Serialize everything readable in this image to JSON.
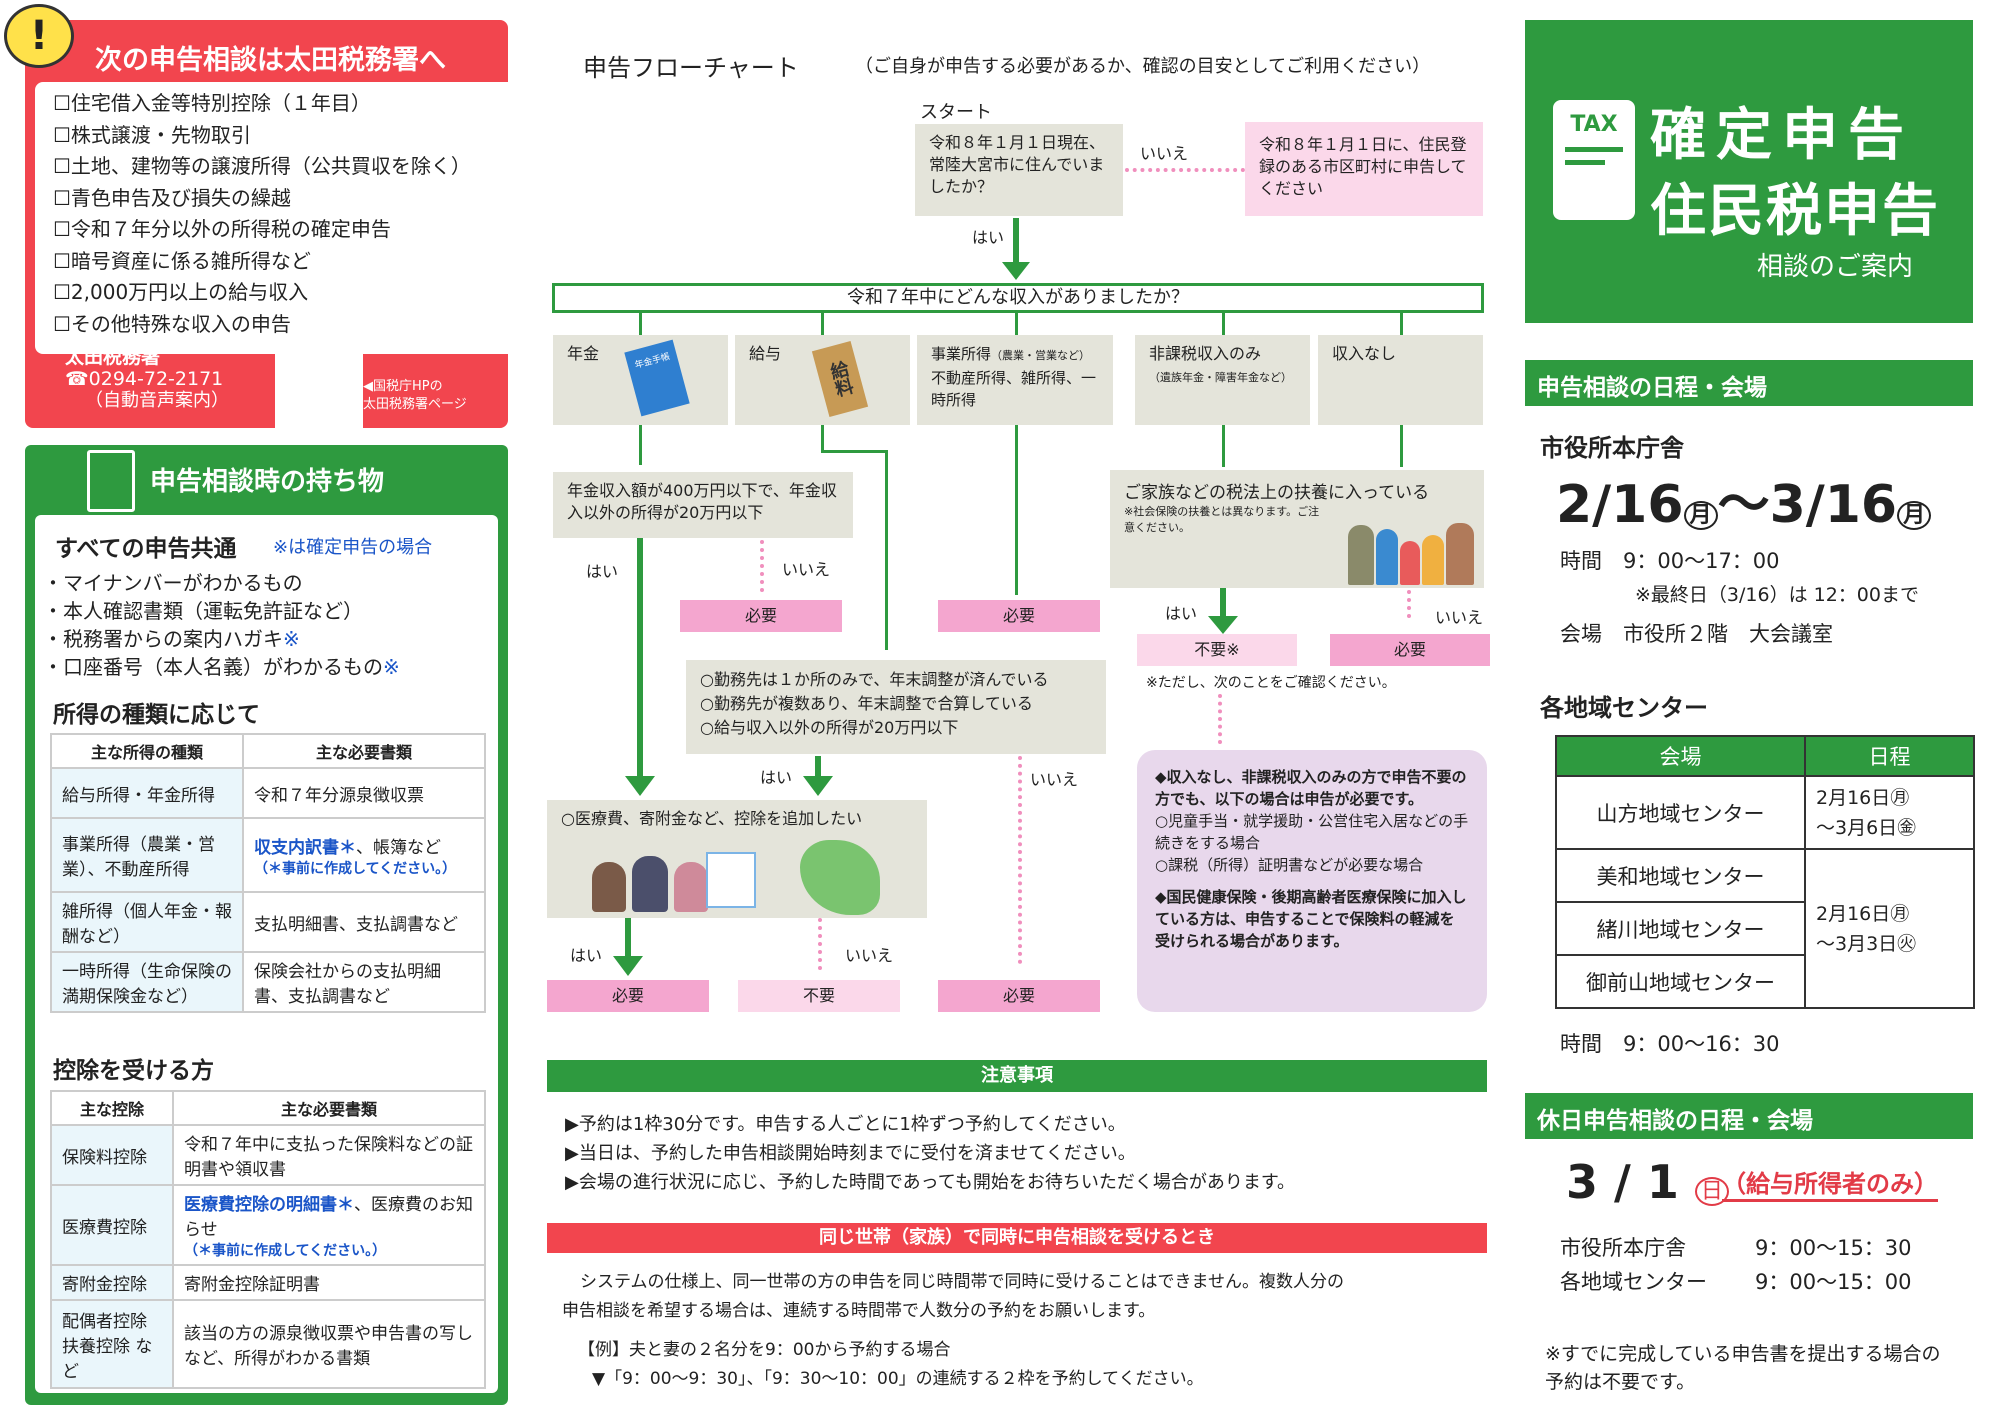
{
  "tax_office": {
    "title": "次の申告相談は太田税務署へ",
    "items": [
      "☐住宅借入金等特別控除（１年目）",
      "☐株式譲渡・先物取引",
      "☐土地、建物等の譲渡所得（公共買収を除く）",
      "☐青色申告及び損失の繰越",
      "☐令和７年分以外の所得税の確定申告",
      "☐暗号資産に係る雑所得など",
      "☐2,000万円以上の給与収入",
      "☐その他特殊な収入の申告"
    ],
    "office_name": "太田税務署",
    "phone": "☎0294-72-2171",
    "phone_note": "（自動音声案内）",
    "qr_note_1": "◀国税庁HPの",
    "qr_note_2": "太田税務署ページ"
  },
  "belongings": {
    "title": "申告相談時の持ち物",
    "common_title": "すべての申告共通",
    "common_note": "※は確定申告の場合",
    "common_items": [
      "・マイナンバーがわかるもの",
      "・本人確認書類（運転免許証など）",
      "・税務署からの案内ハガキ",
      "・口座番号（本人名義）がわかるもの"
    ],
    "asterisk": "※",
    "income_title": "所得の種類に応じて",
    "income_headers": [
      "主な所得の種類",
      "主な必要書類"
    ],
    "income_rows": [
      [
        "給与所得・年金所得",
        "令和７年分源泉徴収票"
      ],
      [
        "事業所得（農業・営業）、不動産所得",
        "収支内訳書＊",
        "、帳簿など",
        "（＊事前に作成してください。）"
      ],
      [
        "雑所得（個人年金・報酬など）",
        "支払明細書、支払調書など"
      ],
      [
        "一時所得（生命保険の満期保険金など）",
        "保険会社からの支払明細書、支払調書など"
      ]
    ],
    "deduction_title": "控除を受ける方",
    "deduction_headers": [
      "主な控除",
      "主な必要書類"
    ],
    "deduction_rows": [
      [
        "保険料控除",
        "令和７年中に支払った保険料などの証明書や領収書"
      ],
      [
        "医療費控除",
        "医療費控除の明細書＊",
        "、医療費のお知らせ",
        "（＊事前に作成してください。）"
      ],
      [
        "寄附金控除",
        "寄附金控除証明書"
      ],
      [
        "配偶者控除 扶養控除 など",
        "該当の方の源泉徴収票や申告書の写しなど、所得がわかる書類"
      ]
    ]
  },
  "flow": {
    "title": "申告フローチャート",
    "subtitle": "（ご自身が申告する必要があるか、確認の目安としてご利用ください）",
    "start": "スタート",
    "q1": "令和８年１月１日現在、常陸大宮市に住んでいましたか？",
    "q1_no_label": "いいえ",
    "q1_no": "令和８年１月１日に、住民登録のある市区町村に申告してください",
    "yes": "はい",
    "no": "いいえ",
    "q2": "令和７年中にどんな収入がありましたか？",
    "cats": [
      "年金",
      "給与",
      "事業所得",
      "（農業・営業など）",
      "不動産所得、雑所得、一時所得",
      "非課税収入のみ",
      "（遺族年金・障害年金など）",
      "収入なし"
    ],
    "pension_tag": "年金手帳",
    "salary_tag": "給料",
    "pension_q": "年金収入額が400万円以下で、年金収入以外の所得が20万円以下",
    "required": "必要",
    "not_required": "不要",
    "not_required_star": "不要※",
    "dependent_q": "ご家族などの税法上の扶養に入っている",
    "dependent_note": "※社会保険の扶養とは異なります。ご注意ください。",
    "check_note": "※ただし、次のことをご確認ください。",
    "salary_q": [
      "○勤務先は１か所のみで、年末調整が済んでいる",
      "○勤務先が複数あり、年末調整で合算している",
      "○給与収入以外の所得が20万円以下"
    ],
    "deduction_q": "○医療費、寄附金など、控除を追加したい",
    "purple": [
      "◆収入なし、非課税収入のみの方で申告不要の方でも、以下の場合は申告が必要です。",
      "○児童手当・就学援助・公営住宅入居などの手続きをする場合",
      "○課税（所得）証明書などが必要な場合",
      "◆国民健康保険・後期高齢者医療保険に加入している方は、申告することで保険料の軽減を受けられる場合があります。"
    ]
  },
  "notes": {
    "title": "注意事項",
    "items": [
      "▶予約は1枠30分です。申告する人ごとに1枠ずつ予約してください。",
      "▶当日は、予約した申告相談開始時刻までに受付を済ませてください。",
      "▶会場の進行状況に応じ、予約した時間であっても開始をお待ちいただく場合があります。"
    ]
  },
  "household": {
    "title": "同じ世帯（家族）で同時に申告相談を受けるとき",
    "text1": "システムの仕様上、同一世帯の方の申告を同じ時間帯で同時に受けることはできません。複数人分の",
    "text2": "申告相談を希望する場合は、連続する時間帯で人数分の予約をお願いします。",
    "example": "【例】夫と妻の２名分を9：00から予約する場合",
    "example2": "▼「9：00～9：30」、「9：30～10：00」の連続する２枠を予約してください。"
  },
  "banner": {
    "tax": "TAX",
    "title1": "確定申告",
    "title2": "住民税申告",
    "sub": "相談のご案内"
  },
  "schedule": {
    "header": "申告相談の日程・会場",
    "main_venue": "市役所本庁舎",
    "date_from": "2/16",
    "date_from_day": "月",
    "date_tilde": "～3/16",
    "date_to_day": "月",
    "time_label": "時間",
    "time": "9：00～17：00",
    "last_day_note": "※最終日（3/16）は 12：00まで",
    "venue_label": "会場",
    "venue": "市役所２階　大会議室",
    "regional": "各地域センター",
    "table_headers": [
      "会場",
      "日程"
    ],
    "centers": [
      "山方地域センター",
      "美和地域センター",
      "緒川地域センター",
      "御前山地域センター"
    ],
    "period1": "2月16日㊊\n～3月6日㊎",
    "period2": "2月16日㊊\n～3月3日㊋",
    "regional_time_label": "時間",
    "regional_time": "9：00～16：30"
  },
  "holiday": {
    "header": "休日申告相談の日程・会場",
    "date": "3 / 1",
    "day": "日",
    "note": "（給与所得者のみ）",
    "rows": [
      [
        "市役所本庁舎",
        "9：00～15：30"
      ],
      [
        "各地域センター",
        "9：00～15：00"
      ]
    ],
    "footnote": "※すでに完成している申告書を提出する場合の予約は不要です。"
  },
  "colors": {
    "red": "#f2454e",
    "green": "#2e9a3f",
    "pink": "#f4a6cf",
    "gray": "#e4e4da",
    "purple": "#e8d8ec"
  }
}
